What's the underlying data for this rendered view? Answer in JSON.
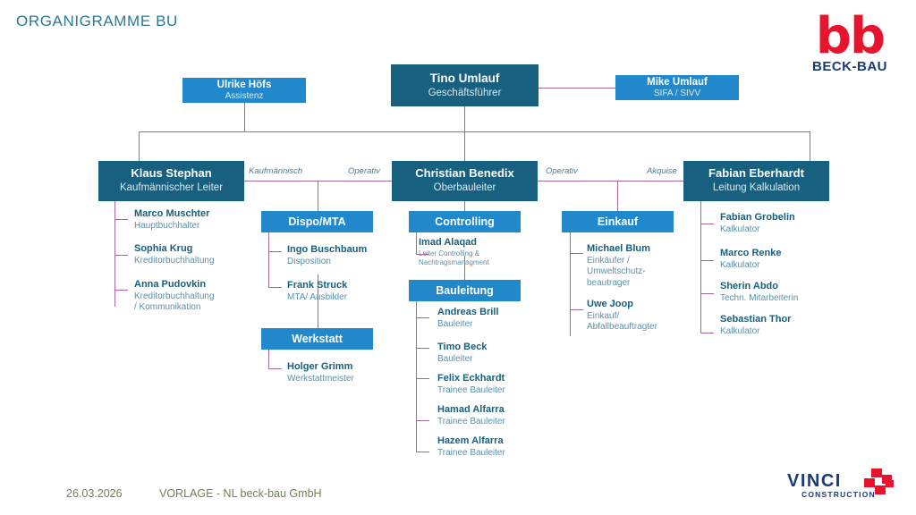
{
  "page": {
    "title": "ORGANIGRAMME BU"
  },
  "logos": {
    "brand_mark": "bb",
    "brand_name": "BECK-BAU",
    "brand_mark_color": "#e8142d",
    "brand_name_color": "#1b3b7a",
    "group_name": "VINCI",
    "group_sub": "CONSTRUCTION",
    "group_color": "#1b3b7a",
    "group_accent": "#e8142d"
  },
  "footer": {
    "date": "26.03.2026",
    "note": "VORLAGE - NL beck-bau GmbH",
    "color": "#6f8258"
  },
  "palette": {
    "box_dark": "#17607f",
    "box_light": "#2189cb",
    "connector": "#a8659a",
    "title": "#2c7896",
    "name_text": "#17607f",
    "role_text": "#5b8fa8"
  },
  "nodes": {
    "ceo": {
      "name": "Tino Umlauf",
      "role": "Geschäftsführer"
    },
    "assistant": {
      "name": "Ulrike Höfs",
      "role": "Assistenz"
    },
    "safety": {
      "name": "Mike Umlauf",
      "role": "SIFA / SIVV"
    },
    "commercial": {
      "name": "Klaus Stephan",
      "role": "Kaufmännischer Leiter"
    },
    "site": {
      "name": "Christian Benedix",
      "role": "Oberbauleiter"
    },
    "calc": {
      "name": "Fabian Eberhardt",
      "role": "Leitung Kalkulation"
    }
  },
  "edge_labels": {
    "kaufmaennisch": "Kaufmännisch",
    "operativ_left": "Operativ",
    "operativ_right": "Operativ",
    "akquise": "Akquise"
  },
  "units": {
    "dispo": {
      "label": "Dispo/MTA"
    },
    "werkstatt": {
      "label": "Werkstatt"
    },
    "controlling": {
      "label": "Controlling"
    },
    "bauleitung": {
      "label": "Bauleitung"
    },
    "einkauf": {
      "label": "Einkauf"
    }
  },
  "staff": {
    "commercial": [
      {
        "name": "Marco Muschter",
        "role": "Hauptbuchhalter"
      },
      {
        "name": "Sophia Krug",
        "role": "Kreditorbuchhaltung"
      },
      {
        "name": "Anna Pudovkin",
        "role": "Kreditorbuchhaltung\n/ Kommunikation"
      }
    ],
    "dispo": [
      {
        "name": "Ingo Buschbaum",
        "role": "Disposition"
      },
      {
        "name": "Frank Struck",
        "role": "MTA/ Ausbilder"
      }
    ],
    "werkstatt": [
      {
        "name": "Holger Grimm",
        "role": "Werkstattmeister"
      }
    ],
    "controlling": [
      {
        "name": "Imad Alaqad",
        "role": "Leiter Controlling &\nNachtragsmanagment"
      }
    ],
    "bauleitung": [
      {
        "name": "Andreas Brill",
        "role": "Bauleiter"
      },
      {
        "name": "Timo Beck",
        "role": "Bauleiter"
      },
      {
        "name": "Felix Eckhardt",
        "role": "Trainee Bauleiter"
      },
      {
        "name": "Hamad Alfarra",
        "role": "Trainee Bauleiter"
      },
      {
        "name": "Hazem Alfarra",
        "role": "Trainee Bauleiter"
      }
    ],
    "einkauf": [
      {
        "name": "Michael Blum",
        "role": "Einkäufer /\nUmweltschutz-\nbeautrager"
      },
      {
        "name": "Uwe Joop",
        "role": "Einkauf/\nAbfallbeauftragter"
      }
    ],
    "calc": [
      {
        "name": "Fabian Grobelin",
        "role": "Kalkulator"
      },
      {
        "name": "Marco Renke",
        "role": "Kalkulator"
      },
      {
        "name": "Sherin Abdo",
        "role": "Techn. Mitarbeiterin"
      },
      {
        "name": "Sebastian Thor",
        "role": "Kalkulator"
      }
    ]
  }
}
